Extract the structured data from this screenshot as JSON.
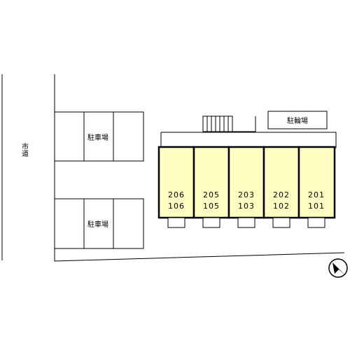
{
  "road_label": "市道",
  "parking_lots": [
    {
      "label": "駐車場"
    },
    {
      "label": "駐車場"
    }
  ],
  "bicycle_parking_label": "駐輪場",
  "units": [
    {
      "upper": "206",
      "lower": "106"
    },
    {
      "upper": "205",
      "lower": "105"
    },
    {
      "upper": "203",
      "lower": "103"
    },
    {
      "upper": "202",
      "lower": "102"
    },
    {
      "upper": "201",
      "lower": "101"
    }
  ],
  "compass": {
    "icon": "north-arrow-icon"
  },
  "colors": {
    "unit_fill": "#ffffc4",
    "line": "#000000"
  }
}
